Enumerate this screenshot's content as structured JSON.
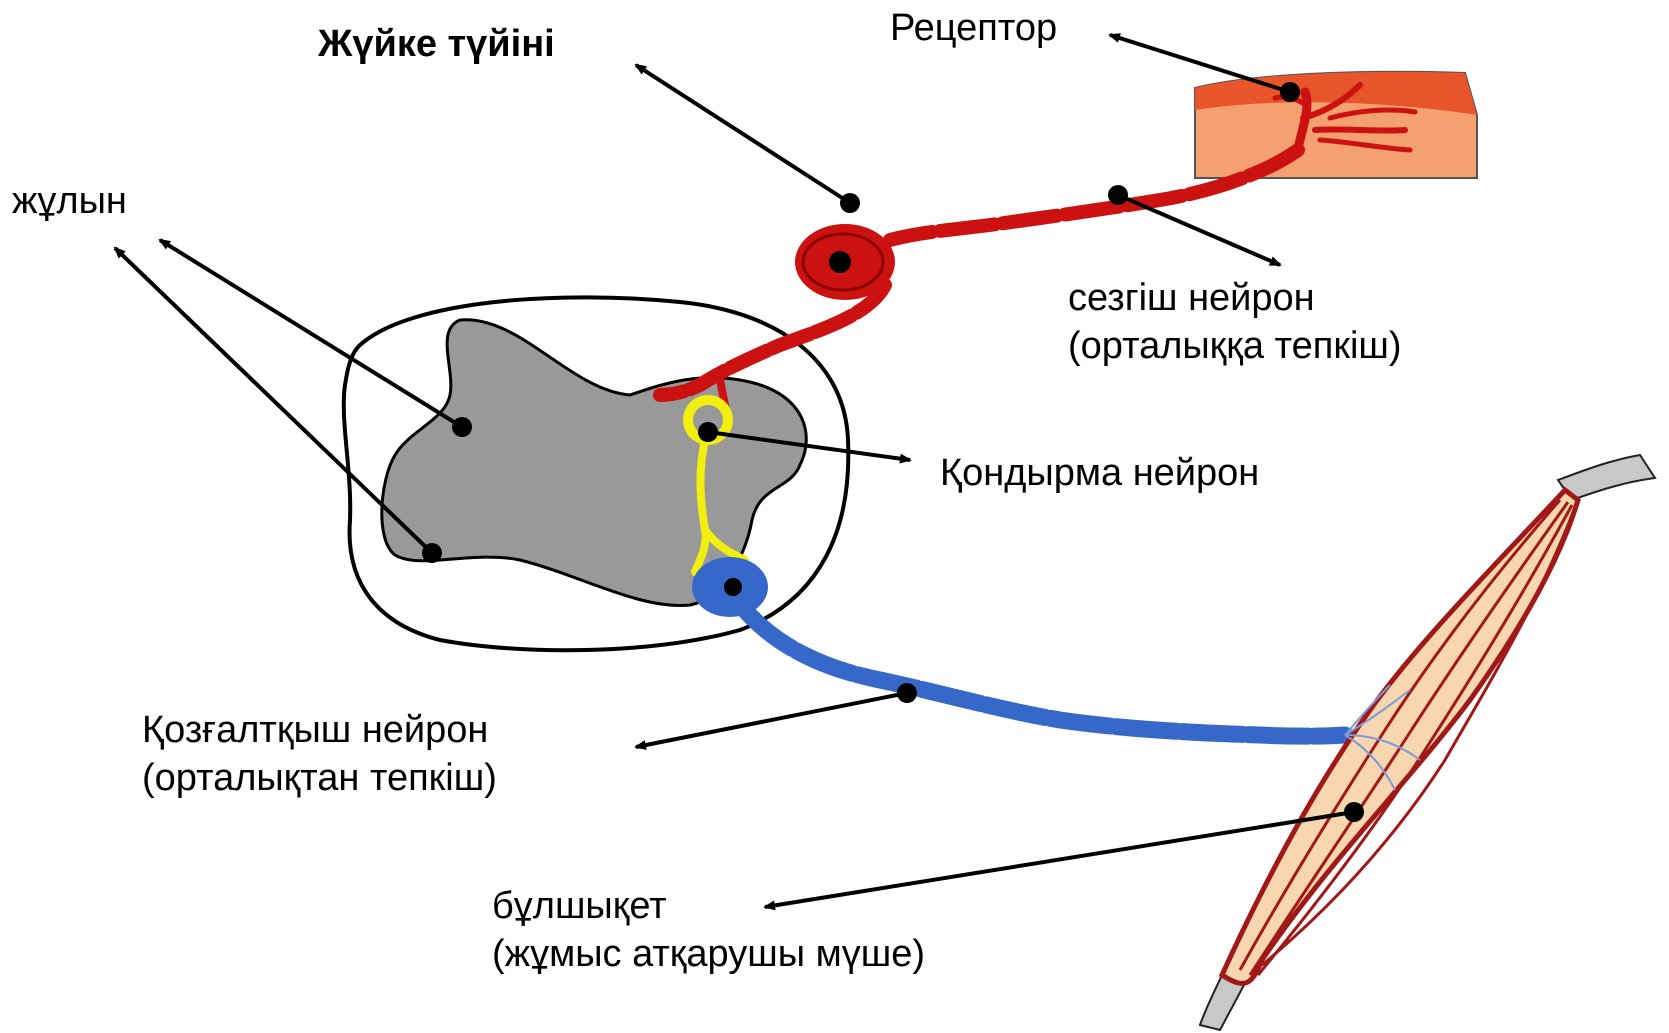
{
  "labels": {
    "ganglion": "Жүйке түйіні",
    "receptor": "Рецептор",
    "spinal_cord": "жұлын",
    "sensory_neuron_line1": "сезгіш нейрон",
    "sensory_neuron_line2": "(орталыққа тепкіш)",
    "interneuron": "Қондырма нейрон",
    "motor_neuron_line1": "Қозғалтқыш нейрон",
    "motor_neuron_line2": "(орталықтан тепкіш)",
    "muscle_line1": "бұлшықет",
    "muscle_line2": "(жұмыс атқарушы мүше)"
  },
  "colors": {
    "sensory": "#cc1111",
    "receptor_fill": "#f5a070",
    "receptor_top": "#e8552a",
    "interneuron": "#f2ee10",
    "motor": "#3568c8",
    "gray_matter": "#999999",
    "muscle_fill": "#f7d6b0",
    "muscle_fiber": "#a01818",
    "tendon": "#c8c8c8"
  }
}
